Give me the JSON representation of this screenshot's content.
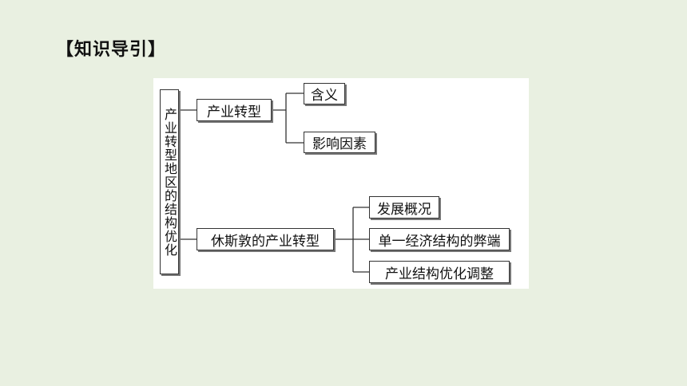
{
  "header": {
    "title": "【知识导引】"
  },
  "diagram": {
    "root": "产业转型地区的结构优化",
    "branch1": {
      "label": "产业转型",
      "children": [
        "含义",
        "影响因素"
      ]
    },
    "branch2": {
      "label": "休斯敦的产业转型",
      "children": [
        "发展概况",
        "单一经济结构的弊端",
        "产业结构优化调整"
      ]
    }
  }
}
